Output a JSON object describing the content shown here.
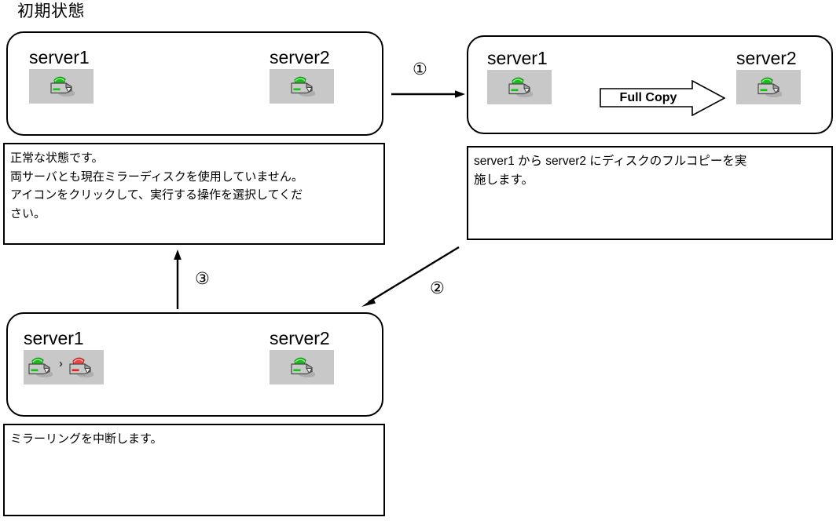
{
  "title": "初期状態",
  "panels": {
    "initial": {
      "name": "initial-state-panel",
      "server_left": {
        "label": "server1",
        "icon": "mirror-disk-icon-green"
      },
      "server_right": {
        "label": "server2",
        "icon": "mirror-disk-icon-green"
      },
      "description": "正常な状態です。\n両サーバとも現在ミラーディスクを使用していません。\nアイコンをクリックして、実行する操作を選択してくだ\nさい。"
    },
    "fullcopy": {
      "name": "full-copy-panel",
      "server_left": {
        "label": "server1",
        "icon": "mirror-disk-icon-green"
      },
      "server_right": {
        "label": "server2",
        "icon": "mirror-disk-icon-green"
      },
      "arrow_label": "Full Copy",
      "description": "server1 から server2 にディスクのフルコピーを実\n施します。"
    },
    "suspend": {
      "name": "mirror-suspend-panel",
      "server_left": {
        "label": "server1",
        "icon_primary": "mirror-disk-icon-green",
        "separator": "›",
        "icon_secondary": "mirror-disk-icon-red"
      },
      "server_right": {
        "label": "server2",
        "icon": "mirror-disk-icon-green"
      },
      "description": "ミラーリングを中断します。"
    }
  },
  "connectors": [
    {
      "name": "step-1",
      "label": "①",
      "direction": "right"
    },
    {
      "name": "step-2",
      "label": "②",
      "direction": "down-left"
    },
    {
      "name": "step-3",
      "label": "③",
      "direction": "up"
    }
  ],
  "colors": {
    "icon_plate": "#c8c8c8",
    "status_ok": "#22c322",
    "status_error": "#f03b3b",
    "outline": "#000000",
    "background": "#ffffff"
  }
}
